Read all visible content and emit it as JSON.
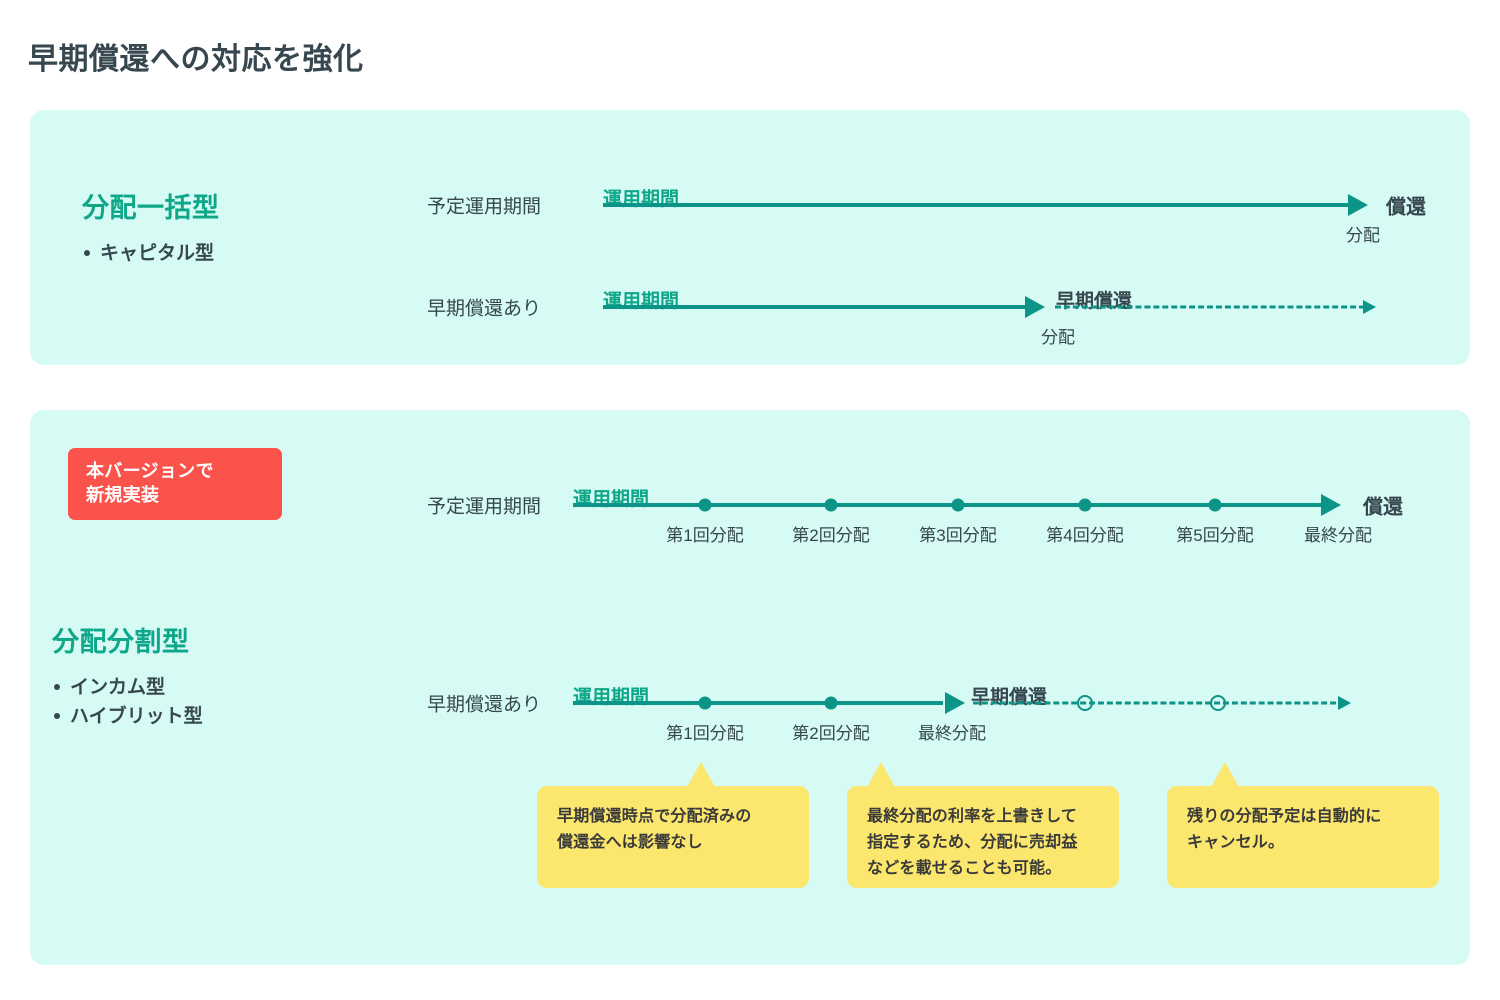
{
  "page": {
    "title": "早期償還への対応を強化",
    "colors": {
      "accent_green": "#0ea789",
      "line_green": "#0d9488",
      "panel_bg": "#d6faf4",
      "badge_red": "#f9534b",
      "callout_yellow": "#fbe66e",
      "text_dark": "#37474f",
      "page_bg": "#ffffff"
    }
  },
  "panels": [
    {
      "id": "lump-sum",
      "category": {
        "title": "分配一括型",
        "items": [
          "キャピタル型"
        ]
      },
      "rows": [
        {
          "id": "planned-period",
          "label": "予定運用期間",
          "phases": [
            {
              "text": "運用期間",
              "style": "green"
            }
          ],
          "end_label": "償還",
          "below_label": "分配"
        },
        {
          "id": "early-redemption",
          "label": "早期償還あり",
          "phases": [
            {
              "text": "運用期間",
              "style": "green"
            },
            {
              "text": "早期償還",
              "style": "dark"
            }
          ],
          "below_label": "分配"
        }
      ]
    },
    {
      "id": "split",
      "badge": "本バージョンで\n新規実装",
      "badge_lines": [
        "本バージョンで",
        "新規実装"
      ],
      "category": {
        "title": "分配分割型",
        "items": [
          "インカム型",
          "ハイブリット型"
        ]
      },
      "rows": [
        {
          "id": "planned-period",
          "label": "予定運用期間",
          "phases": [
            {
              "text": "運用期間",
              "style": "green"
            }
          ],
          "end_label": "償還",
          "ticks": [
            {
              "label": "第1回分配",
              "type": "filled"
            },
            {
              "label": "第2回分配",
              "type": "filled"
            },
            {
              "label": "第3回分配",
              "type": "filled"
            },
            {
              "label": "第4回分配",
              "type": "filled"
            },
            {
              "label": "第5回分配",
              "type": "filled"
            },
            {
              "label": "最終分配",
              "type": "end"
            }
          ]
        },
        {
          "id": "early-redemption",
          "label": "早期償還あり",
          "phases": [
            {
              "text": "運用期間",
              "style": "green"
            },
            {
              "text": "早期償還",
              "style": "dark"
            }
          ],
          "ticks": [
            {
              "label": "第1回分配",
              "type": "filled"
            },
            {
              "label": "第2回分配",
              "type": "filled"
            },
            {
              "label": "最終分配",
              "type": "arrow"
            },
            {
              "label": "",
              "type": "hollow"
            },
            {
              "label": "",
              "type": "hollow"
            }
          ]
        }
      ],
      "callouts": [
        {
          "id": "callout-distributed",
          "lines": [
            "早期償還時点で分配済みの",
            "償還金へは影響なし"
          ]
        },
        {
          "id": "callout-final-rate",
          "lines": [
            "最終分配の利率を上書きして",
            "指定するため、分配に売却益",
            "などを載せることも可能。"
          ]
        },
        {
          "id": "callout-auto-cancel",
          "lines": [
            "残りの分配予定は自動的に",
            "キャンセル。"
          ]
        }
      ]
    }
  ]
}
